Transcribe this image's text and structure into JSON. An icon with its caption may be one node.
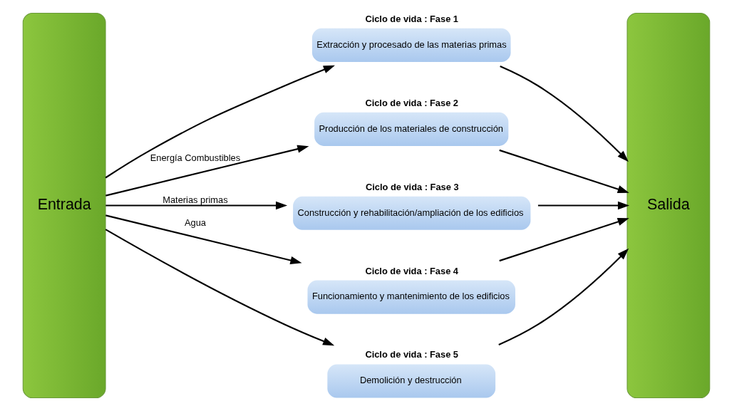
{
  "diagram": {
    "nodes": [
      {
        "text": [
          "Entrada"
        ]
      },
      {
        "text": [
          "Ciclo de vida : Fase 1",
          "Extracción y procesado de las materias primas"
        ]
      },
      {
        "text": [
          "Ciclo de vida : Fase 2",
          "Producción de los materiales de construcción"
        ]
      },
      {
        "text": [
          "Ciclo de vida : Fase 3",
          "Construcción y rehabilitación/ampliación de los edificios"
        ]
      },
      {
        "text": [
          "Ciclo de vida : Fase 4",
          "Funcionamiento y mantenimiento de los edificios"
        ]
      },
      {
        "text": [
          "Ciclo de vida : Fase 5",
          "Demolición y destrucción"
        ]
      },
      {
        "text": [
          "Salida"
        ]
      }
    ],
    "edges": [
      {
        "from": 0,
        "to": 1,
        "arrow": "to"
      },
      {
        "from": 0,
        "to": 2,
        "arrow": "to",
        "label": "Energía Combustibles"
      },
      {
        "from": 0,
        "to": 3,
        "arrow": "to",
        "label": "Materias primas"
      },
      {
        "from": 0,
        "to": 4,
        "arrow": "to",
        "label": "Agua"
      },
      {
        "from": 0,
        "to": 5,
        "arrow": "to"
      },
      {
        "from": 1,
        "to": 6,
        "arrow": "to"
      },
      {
        "from": 2,
        "to": 6,
        "arrow": "to"
      },
      {
        "from": 3,
        "to": 6,
        "arrow": "to"
      },
      {
        "from": 4,
        "to": 6,
        "arrow": "to"
      },
      {
        "from": 5,
        "to": 6,
        "arrow": "to"
      }
    ]
  }
}
